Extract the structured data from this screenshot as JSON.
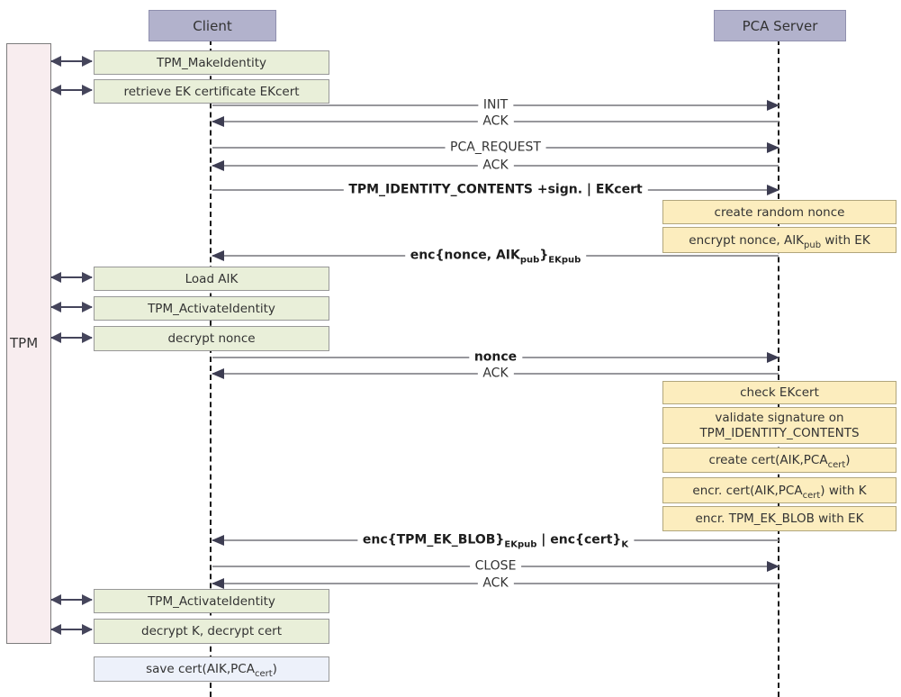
{
  "colors": {
    "actor_fill": "#b2b2cc",
    "tpm_fill": "#f8edef",
    "client_op_fill": "#e9efd9",
    "server_op_fill": "#fcedbe",
    "save_op_fill": "#edf1fa",
    "arrow_dark": "#3d3d52",
    "line_gray": "#97979c"
  },
  "actors": {
    "client": "Client",
    "pca_server": "PCA Server",
    "tpm": "TPM"
  },
  "client_ops": {
    "make_identity": "TPM_MakeIdentity",
    "retrieve_ek": "retrieve EK certificate EKcert",
    "load_aik": "Load AIK",
    "activate_identity_1": "TPM_ActivateIdentity",
    "decrypt_nonce": "decrypt nonce",
    "activate_identity_2": "TPM_ActivateIdentity",
    "decrypt_k_cert": "decrypt K, decrypt cert",
    "save_cert": [
      "save cert(AIK,PCA",
      "cert",
      ")"
    ]
  },
  "server_ops": {
    "create_nonce": "create random nonce",
    "encrypt_nonce": [
      "encrypt nonce, AIK",
      "pub",
      " with EK"
    ],
    "check_ekcert": "check EKcert",
    "validate_sig": [
      "validate signature on",
      "TPM_IDENTITY_CONTENTS"
    ],
    "create_cert": [
      "create cert(AIK,PCA",
      "cert",
      ")"
    ],
    "encr_cert": [
      "encr. cert(AIK,PCA",
      "cert",
      ") with K"
    ],
    "encr_blob": "encr. TPM_EK_BLOB with EK"
  },
  "messages": {
    "init": "INIT",
    "ack_init": "ACK",
    "pca_request": "PCA_REQUEST",
    "ack_request": "ACK",
    "identity_contents": "TPM_IDENTITY_CONTENTS +sign. | EKcert",
    "enc_nonce": [
      "enc{nonce, AIK",
      "pub",
      "}",
      "EKpub"
    ],
    "nonce": "nonce",
    "ack_nonce": "ACK",
    "enc_blob": [
      "enc{TPM_EK_BLOB}",
      "EKpub",
      " | enc{cert}",
      "K"
    ],
    "close": "CLOSE",
    "ack_close": "ACK"
  }
}
